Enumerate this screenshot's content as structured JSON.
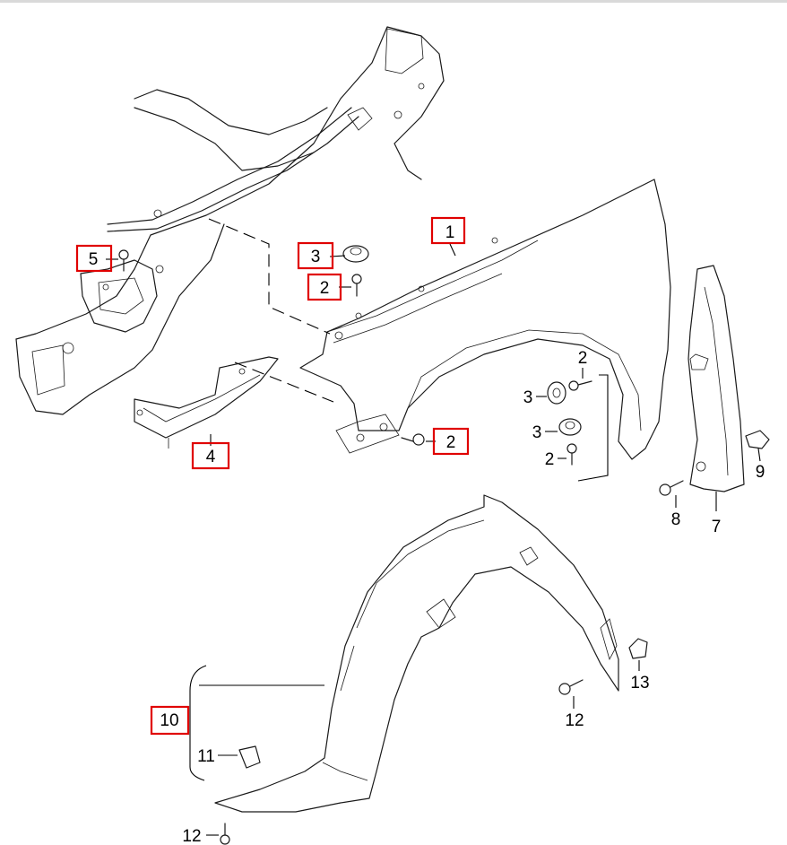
{
  "accent_color": "#e00000",
  "callouts": [
    {
      "id": "c1",
      "text": "1",
      "highlighted": true
    },
    {
      "id": "c3a",
      "text": "3",
      "highlighted": true
    },
    {
      "id": "c2a",
      "text": "2",
      "highlighted": true
    },
    {
      "id": "c5",
      "text": "5",
      "highlighted": true
    },
    {
      "id": "c4",
      "text": "4",
      "highlighted": true
    },
    {
      "id": "c2b",
      "text": "2",
      "highlighted": true
    },
    {
      "id": "c2c",
      "text": "2",
      "highlighted": false
    },
    {
      "id": "c3b",
      "text": "3",
      "highlighted": false
    },
    {
      "id": "c3c",
      "text": "3",
      "highlighted": false
    },
    {
      "id": "c2d",
      "text": "2",
      "highlighted": false
    },
    {
      "id": "c7",
      "text": "7",
      "highlighted": false
    },
    {
      "id": "c8",
      "text": "8",
      "highlighted": false
    },
    {
      "id": "c9",
      "text": "9",
      "highlighted": false
    },
    {
      "id": "c10",
      "text": "10",
      "highlighted": true
    },
    {
      "id": "c11",
      "text": "11",
      "highlighted": false
    },
    {
      "id": "c12a",
      "text": "12",
      "highlighted": false
    },
    {
      "id": "c13",
      "text": "13",
      "highlighted": false
    },
    {
      "id": "c12b",
      "text": "12",
      "highlighted": false
    }
  ]
}
